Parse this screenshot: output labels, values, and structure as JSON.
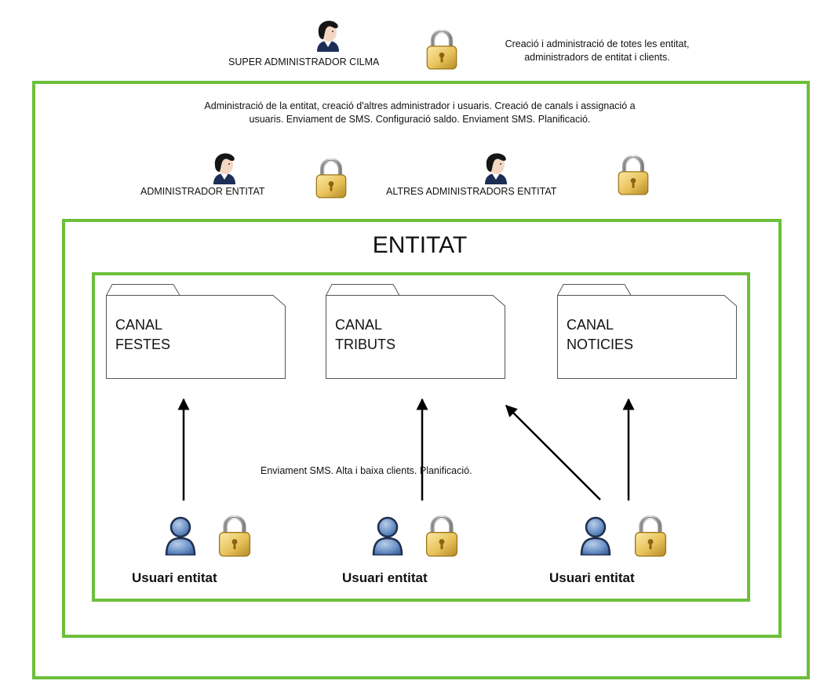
{
  "super_admin": {
    "label": "SUPER ADMINISTRADOR CILMA",
    "description_lines": [
      "Creació i administració de totes les entitat,",
      "administradors de entitat i clients."
    ]
  },
  "entity_admin": {
    "description_lines": [
      "Administració de la entitat, creació d'altres administrador i usuaris. Creació de canals i assignació a",
      "usuaris. Enviament de SMS. Configuració saldo. Enviament SMS. Planificació."
    ],
    "admin_label": "ADMINISTRADOR ENTITAT",
    "other_admins_label": "ALTRES ADMINISTRADORS ENTITAT"
  },
  "entitat": {
    "title": "ENTITAT",
    "channels": [
      {
        "label": "CANAL\nFESTES"
      },
      {
        "label": "CANAL\nTRIBUTS"
      },
      {
        "label": "CANAL\nNOTICIES"
      }
    ],
    "user_actions": "Enviament SMS. Alta i baixa clients. Planificació.",
    "users": [
      {
        "label": "Usuari entitat"
      },
      {
        "label": "Usuari entitat"
      },
      {
        "label": "Usuari entitat"
      }
    ]
  },
  "colors": {
    "box_border": "#6cbf3a",
    "lock_gold": "#e8c25a",
    "user_blue": "#6f94c8"
  },
  "icons": [
    "admin-person-icon",
    "padlock-icon",
    "user-icon",
    "folder-icon",
    "arrow-icon"
  ]
}
